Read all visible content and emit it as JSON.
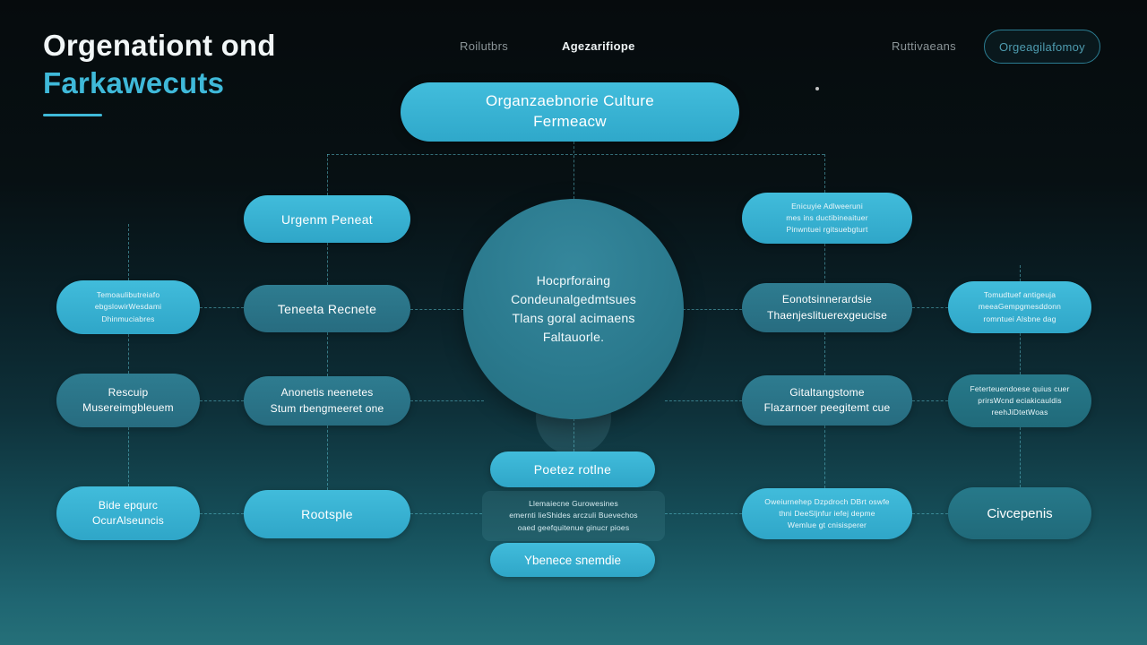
{
  "colors": {
    "accent": "#3ab6d6",
    "node_dark": "#2a7386",
    "node_mid": "#227181",
    "title_accent": "#3fb9d9"
  },
  "header": {
    "title_line1": "Orgenationt ond",
    "title_line2": "Farkawecuts",
    "nav": [
      {
        "label": "Roilutbrs"
      },
      {
        "label": "Agezarifiope"
      },
      {
        "label": "Ruttivaeans"
      }
    ],
    "cta": "Orgeagilafomoy"
  },
  "diagram": {
    "root": {
      "line1": "Organzaebnorie Culture",
      "line2": "Fermeacw"
    },
    "hub": {
      "lines": [
        "Hocprforaing",
        "Condeunalgedmtsues",
        "Tlans goral acimaens",
        "Faltauorle."
      ]
    },
    "left": [
      {
        "lines": [
          "Temoaulibutreiafo",
          "ebgslowirWesdami",
          "Dhinmuciabres"
        ]
      },
      {
        "lines": [
          "Rescuip",
          "Musereimgbleuem"
        ]
      },
      {
        "lines": [
          "Bide epqurc",
          "OcurAlseuncis"
        ]
      }
    ],
    "mid": [
      {
        "lines": [
          "Urgenm Peneat"
        ]
      },
      {
        "lines": [
          "Teneeta Recnete"
        ]
      },
      {
        "lines": [
          "Anonetis neenetes",
          "Stum rbengmeeret one"
        ]
      },
      {
        "lines": [
          "Rootsple"
        ]
      }
    ],
    "right": [
      {
        "lines": [
          "Enicuyie Adlweeruni",
          "mes ins ductibineaituer",
          "Pinwntuei rgitsuebgturt"
        ]
      },
      {
        "lines": [
          "Eonotsinnerardsie",
          "Thaenjeslituerexgeucise"
        ]
      },
      {
        "lines": [
          "Gitaltangstome",
          "Flazarnoer peegitemt cue"
        ]
      },
      {
        "lines": [
          "Oweiurnehep Dzpdroch DBrt oswfe",
          "thni DeeSljnfur iefej depme",
          "Wemlue gt cnisisperer"
        ]
      }
    ],
    "far": [
      {
        "lines": [
          "Tomudtuef antigeuja",
          "meeaGempgmesddonn",
          "romntuei Alsbne dag"
        ]
      },
      {
        "lines": [
          "Feterteuendoese quius cuer",
          "prirsWcnd eciakicauldis",
          "reehJiDtetWoas"
        ]
      },
      {
        "lines": [
          "Civcepenis"
        ]
      }
    ],
    "bottom": {
      "pill1": "Poetez rotlne",
      "note": [
        "Llemaiecne Gurowesines",
        "emernti lieShides arczuli Buevechos",
        "oaed geefquitenue ginucr pioes"
      ],
      "pill2": "Ybenece snemdie"
    }
  }
}
